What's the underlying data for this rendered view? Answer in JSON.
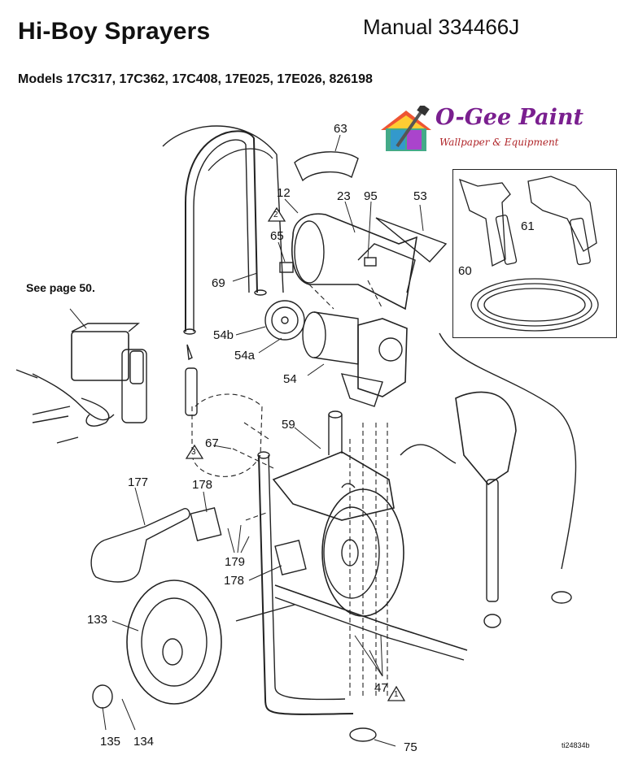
{
  "header": {
    "title": "Hi-Boy Sprayers",
    "manual": "Manual 334466J",
    "models": "Models 17C317, 17C362, 17C408, 17E025, 17E026, 826198"
  },
  "logo": {
    "name": "O-Gee Paint",
    "tagline": "Wallpaper & Equipment"
  },
  "note": "See page 50.",
  "part_labels": {
    "p63": "63",
    "p12": "12",
    "p23": "23",
    "p95": "95",
    "p53": "53",
    "p65": "65",
    "p69": "69",
    "p54b": "54b",
    "p54a": "54a",
    "p54": "54",
    "p59": "59",
    "p67": "67",
    "p177": "177",
    "p178a": "178",
    "p178b": "178",
    "p179": "179",
    "p133": "133",
    "p135": "135",
    "p134": "134",
    "p47": "47",
    "p75": "75",
    "p61": "61",
    "p60": "60"
  },
  "warnings": {
    "w2": "2",
    "w3": "3",
    "w1": "1"
  },
  "figure_id": "ti24834b",
  "colors": {
    "logo_purple": "#7a1f8f",
    "logo_red": "#b0262a",
    "line": "#222222"
  }
}
